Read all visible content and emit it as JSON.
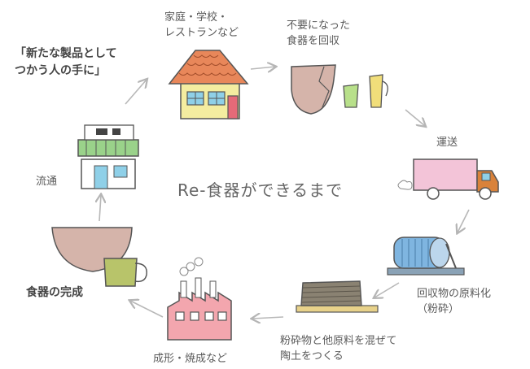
{
  "title": "Re-食器ができるまで",
  "steps": {
    "collect_from": "家庭・学校・\nレストランなど",
    "collect": "不要になった\n食器を回収",
    "transport": "運送",
    "crush": "回収物の原料化\n（粉砕）",
    "mix": "粉砕物と他原料を混ぜて\n陶土をつくる",
    "form": "成形・焼成など",
    "complete": "食器の完成",
    "distribute": "流通",
    "new_use": "「新たな製品として\nつかう人の手に」"
  }
}
